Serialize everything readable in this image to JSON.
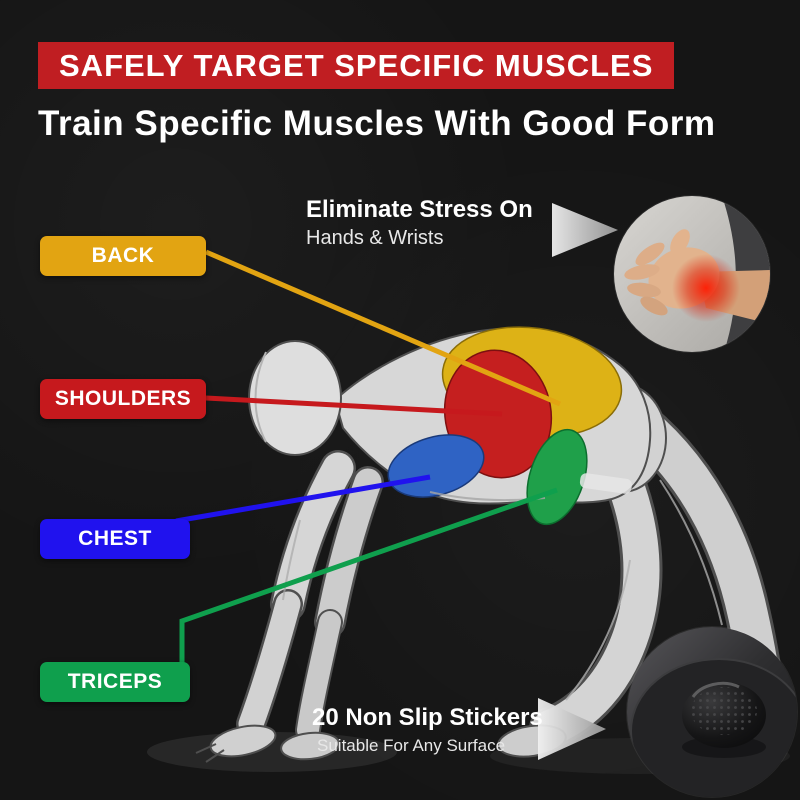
{
  "page": {
    "background": "#151515"
  },
  "header": {
    "banner_text": "SAFELY TARGET SPECIFIC MUSCLES",
    "banner_color": "#c01e22",
    "subtitle": "Train Specific Muscles With Good Form"
  },
  "muscle_labels": [
    {
      "id": "back",
      "label": "BACK",
      "color": "#e2a412"
    },
    {
      "id": "shoulders",
      "label": "SHOULDERS",
      "color": "#c6191d"
    },
    {
      "id": "chest",
      "label": "CHEST",
      "color": "#2012ee"
    },
    {
      "id": "triceps",
      "label": "TRICEPS",
      "color": "#0f9f4d"
    }
  ],
  "callouts": {
    "wrists": {
      "title": "Eliminate Stress On",
      "subtitle": "Hands & Wrists"
    },
    "stickers": {
      "title": "20 Non Slip Stickers",
      "subtitle": "Suitable For Any Surface"
    }
  },
  "figure": {
    "muscle_colors": {
      "back": "#ddb216",
      "shoulders": "#c51f1f",
      "chest": "#2f63c4",
      "triceps": "#1fa04a"
    }
  },
  "arrow_color": "#d9d9d9"
}
